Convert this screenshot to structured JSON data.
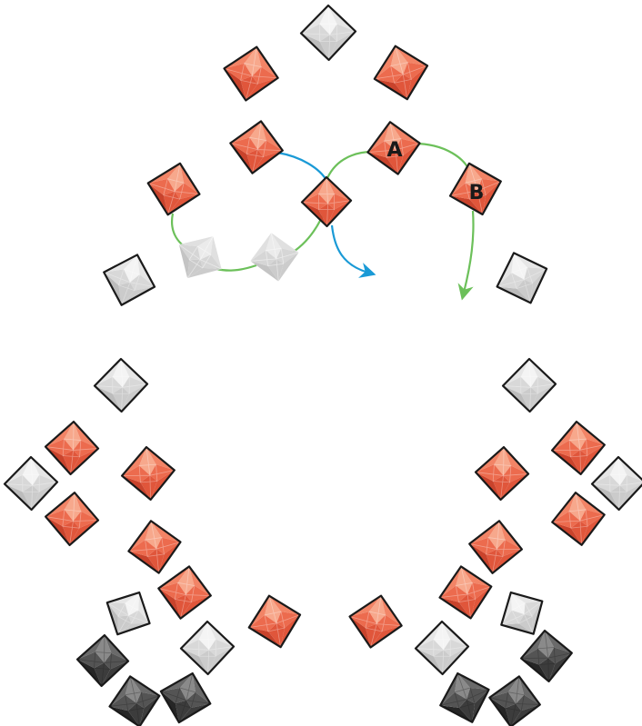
{
  "colors": {
    "red": [
      "#f7a88c",
      "#f28466",
      "#ec6b4e",
      "#e0563b",
      "#c9432c"
    ],
    "light": [
      "#f4f4f4",
      "#e6e6e6",
      "#d8d8d8",
      "#cbcbcb",
      "#bcbcbc"
    ],
    "ghost": [
      "#ebebeb",
      "#e0e0e0",
      "#d6d6d6",
      "#cccccc",
      "#c4c4c4"
    ],
    "dark": [
      "#8a8a8a",
      "#6a6a6a",
      "#545454",
      "#3c3c3c",
      "#262626"
    ],
    "outline": "#1a1a1a",
    "path_blue": "#1a9ad6",
    "path_green": "#6cc05a",
    "label_text": "#1a1a1a"
  },
  "labels": {
    "a": "A",
    "b": "B"
  },
  "tiles": [
    {
      "name": "tile-top-center",
      "kind": "light"
    },
    {
      "name": "tile-top-left",
      "kind": "red"
    },
    {
      "name": "tile-top-right",
      "kind": "red"
    },
    {
      "name": "tile-upper-left",
      "kind": "red"
    },
    {
      "name": "tile-a",
      "kind": "red"
    },
    {
      "name": "tile-left-ring",
      "kind": "red"
    },
    {
      "name": "tile-b",
      "kind": "red"
    },
    {
      "name": "tile-center-octahedron",
      "kind": "red"
    },
    {
      "name": "tile-ghost-1",
      "kind": "ghost"
    },
    {
      "name": "tile-ghost-2",
      "kind": "ghost"
    },
    {
      "name": "tile-mid-left",
      "kind": "light"
    },
    {
      "name": "tile-mid-right",
      "kind": "light"
    },
    {
      "name": "tile-l1",
      "kind": "light"
    },
    {
      "name": "tile-l2",
      "kind": "red"
    },
    {
      "name": "tile-l3",
      "kind": "light"
    },
    {
      "name": "tile-l4",
      "kind": "red"
    },
    {
      "name": "tile-l5",
      "kind": "red"
    },
    {
      "name": "tile-l6",
      "kind": "red"
    },
    {
      "name": "tile-l7",
      "kind": "red"
    },
    {
      "name": "tile-l8",
      "kind": "light"
    },
    {
      "name": "tile-l9",
      "kind": "light"
    },
    {
      "name": "tile-l10",
      "kind": "red"
    },
    {
      "name": "tile-l11",
      "kind": "dark"
    },
    {
      "name": "tile-l12",
      "kind": "dark"
    },
    {
      "name": "tile-l13",
      "kind": "dark"
    },
    {
      "name": "tile-r1",
      "kind": "light"
    },
    {
      "name": "tile-r2",
      "kind": "red"
    },
    {
      "name": "tile-r3",
      "kind": "light"
    },
    {
      "name": "tile-r4",
      "kind": "red"
    },
    {
      "name": "tile-r5",
      "kind": "red"
    },
    {
      "name": "tile-r6",
      "kind": "red"
    },
    {
      "name": "tile-r7",
      "kind": "red"
    },
    {
      "name": "tile-r8",
      "kind": "light"
    },
    {
      "name": "tile-r9",
      "kind": "light"
    },
    {
      "name": "tile-r10",
      "kind": "red"
    },
    {
      "name": "tile-r11",
      "kind": "dark"
    },
    {
      "name": "tile-r12",
      "kind": "dark"
    },
    {
      "name": "tile-r13",
      "kind": "dark"
    }
  ]
}
